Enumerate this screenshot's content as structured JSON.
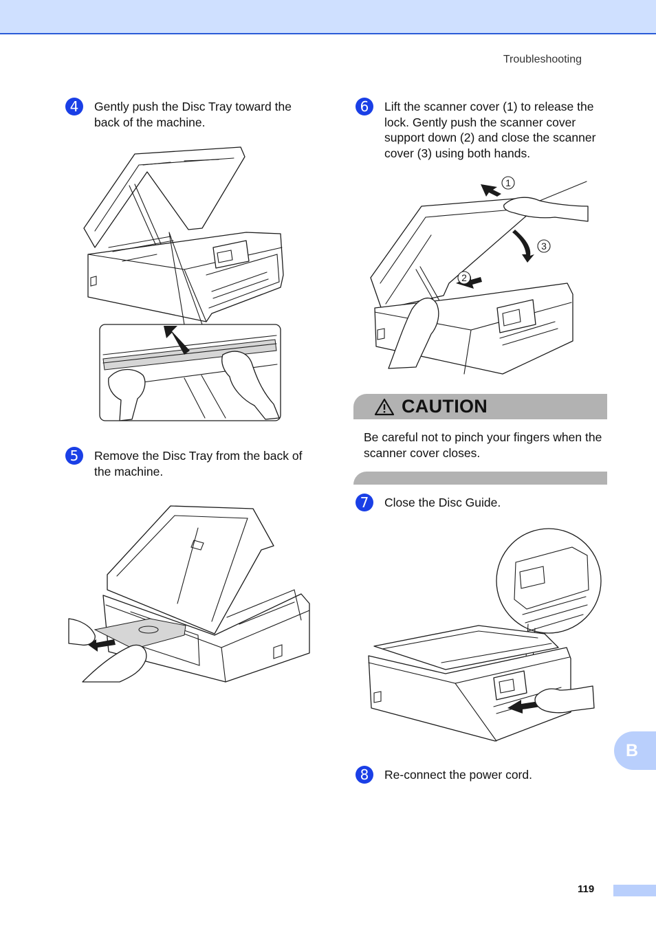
{
  "header": {
    "section": "Troubleshooting"
  },
  "steps": [
    {
      "num": "4",
      "text": "Gently push the Disc Tray toward the back of the machine."
    },
    {
      "num": "5",
      "text": "Remove the Disc Tray from the back of the machine."
    },
    {
      "num": "6",
      "text": "Lift the scanner cover (1) to release the lock. Gently push the scanner cover support down (2) and close the scanner cover (3) using both hands."
    },
    {
      "num": "7",
      "text": "Close the Disc Guide."
    },
    {
      "num": "8",
      "text": "Re-connect the power cord."
    }
  ],
  "figure6_labels": [
    "1",
    "2",
    "3"
  ],
  "caution": {
    "title": "CAUTION",
    "text": "Be careful not to pinch your fingers when the scanner cover closes."
  },
  "side_tab": "B",
  "footer": {
    "page": "119"
  },
  "colors": {
    "band": "#cfe0ff",
    "accent": "#2a5bd7",
    "step_circle": "#1a3fe6",
    "caution_bar": "#b2b2b2",
    "tab": "#b9cffc"
  }
}
